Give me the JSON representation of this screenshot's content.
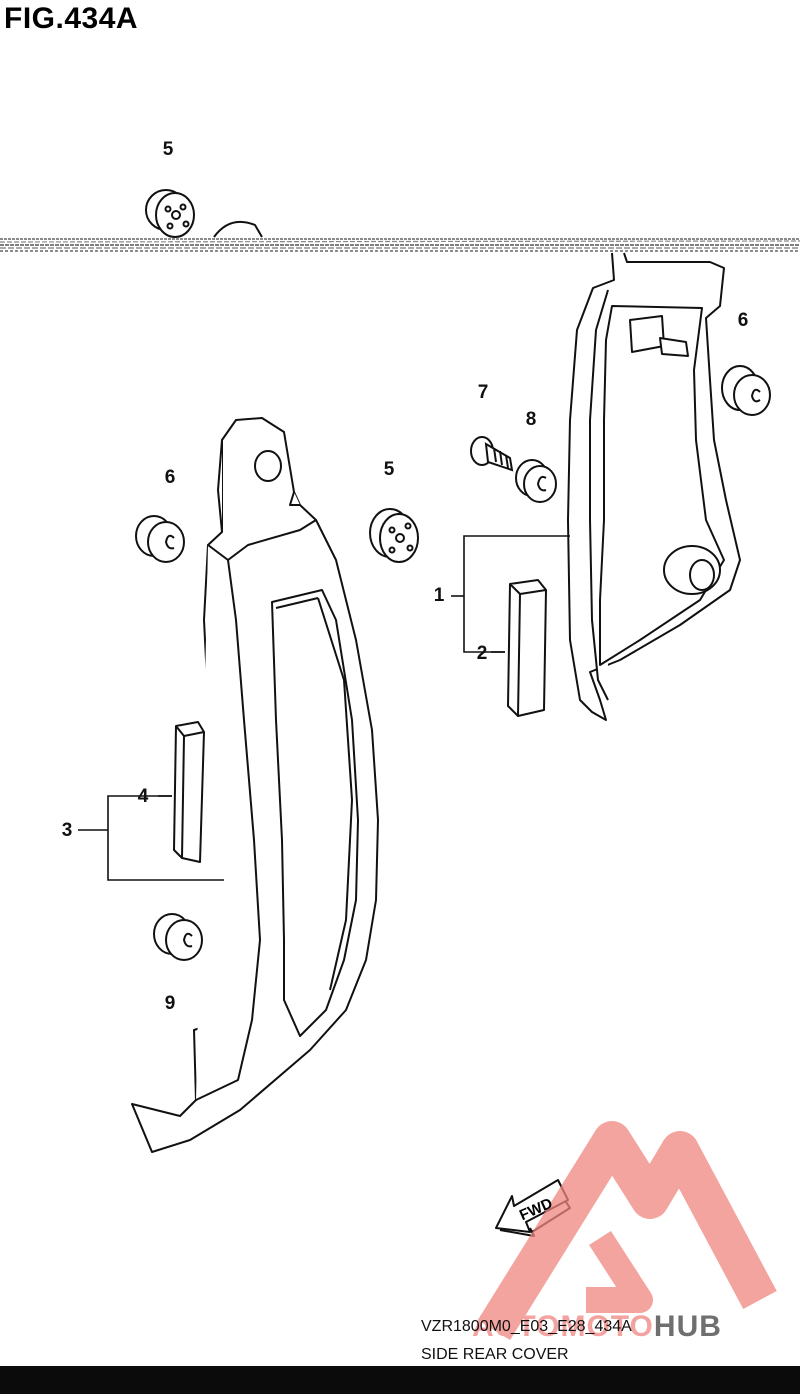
{
  "figure": {
    "title": "FIG.434A"
  },
  "callouts": [
    "5",
    "6",
    "5",
    "6",
    "7",
    "8",
    "1",
    "2",
    "4",
    "3",
    "9"
  ],
  "fwd_label": "FWD",
  "drawing_code": "VZR1800M0_E03_E28_434A",
  "caption": "SIDE REAR COVER",
  "watermark": {
    "part1": "AUTOMOTO",
    "part2": "HUB",
    "color": "#f08a85"
  },
  "colors": {
    "line": "#111111",
    "frame_band": "#5a5a5a",
    "bottom_bar": "#0b0b0b"
  }
}
